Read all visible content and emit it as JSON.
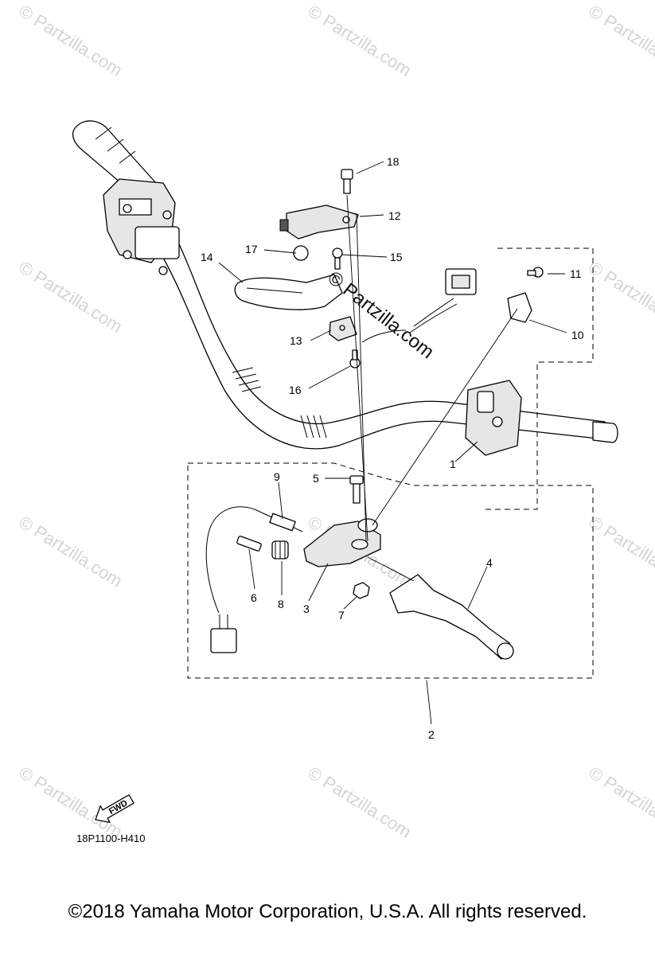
{
  "diagram_code": "18P1100-H410",
  "fwd_label": "FWD",
  "watermark": "© Partzilla.com",
  "watermark_center": "© Partzilla.com",
  "copyright": "©2018  Yamaha Motor Corporation, U.S.A. All rights reserved.",
  "callouts": [
    {
      "id": "1",
      "label": "1"
    },
    {
      "id": "2",
      "label": "2"
    },
    {
      "id": "3",
      "label": "3"
    },
    {
      "id": "4",
      "label": "4"
    },
    {
      "id": "5",
      "label": "5"
    },
    {
      "id": "6",
      "label": "6"
    },
    {
      "id": "7",
      "label": "7"
    },
    {
      "id": "8",
      "label": "8"
    },
    {
      "id": "9",
      "label": "9"
    },
    {
      "id": "10",
      "label": "10"
    },
    {
      "id": "11",
      "label": "11"
    },
    {
      "id": "12",
      "label": "12"
    },
    {
      "id": "13",
      "label": "13"
    },
    {
      "id": "14",
      "label": "14"
    },
    {
      "id": "15",
      "label": "15"
    },
    {
      "id": "16",
      "label": "16"
    },
    {
      "id": "17",
      "label": "17"
    },
    {
      "id": "18",
      "label": "18"
    }
  ]
}
